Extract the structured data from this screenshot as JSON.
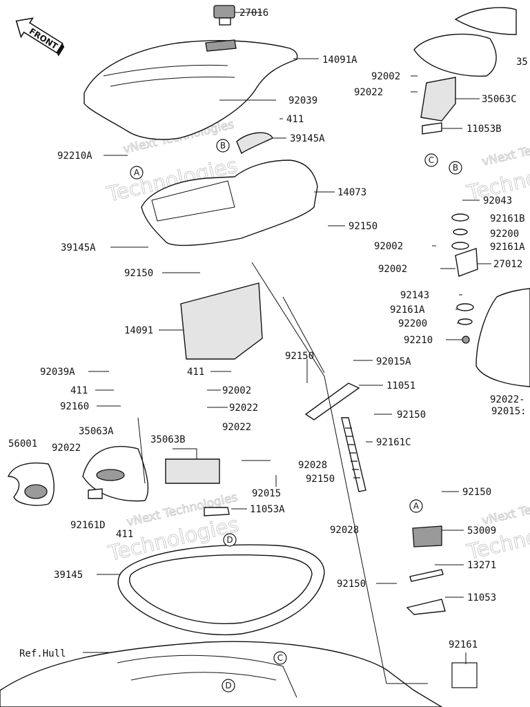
{
  "front_label": "FRONT",
  "ref_label": "Ref.Hull",
  "watermark": {
    "line1": "vNext Technologies",
    "line2": "Technologies"
  },
  "refs": [
    "A",
    "B",
    "C",
    "D"
  ],
  "parts": [
    "27016",
    "14091A",
    "92039",
    "411",
    "39145A",
    "92210A",
    "14073",
    "92150",
    "39145A",
    "92150",
    "14091",
    "411",
    "92039A",
    "411",
    "92160",
    "92002",
    "92022",
    "35063A",
    "35063B",
    "92022",
    "56001",
    "92022",
    "92015",
    "11053A",
    "92161D",
    "411",
    "39145",
    "92150",
    "92015A",
    "11051",
    "92150",
    "92161C",
    "92028",
    "92150",
    "92028",
    "92150",
    "53009",
    "13271",
    "92150",
    "11053",
    "92161",
    "92002",
    "92022",
    "35063C",
    "11053B",
    "92043",
    "92161B",
    "92200",
    "92161A",
    "92002",
    "27012",
    "92002",
    "92143",
    "92161A",
    "92200",
    "92210",
    "92022-",
    "92015:",
    "35"
  ]
}
